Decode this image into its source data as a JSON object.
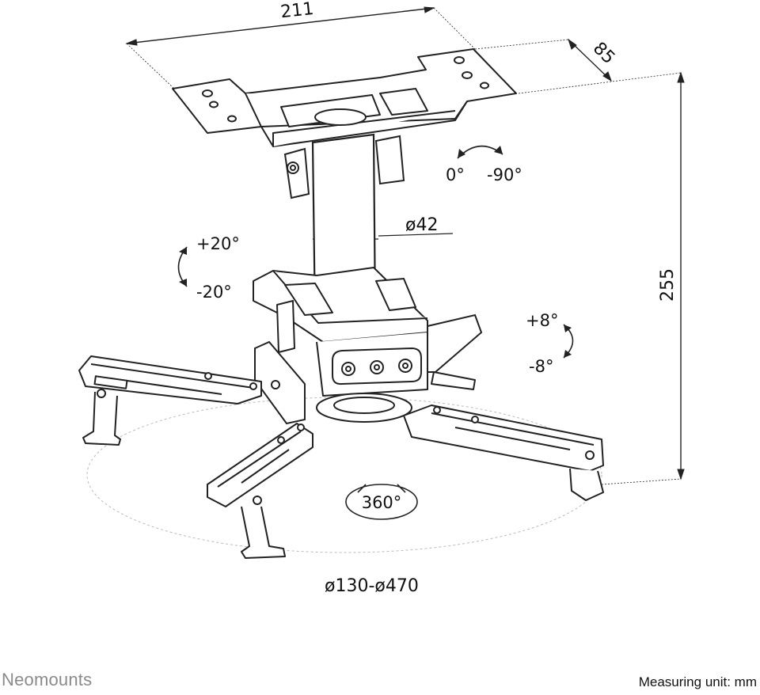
{
  "dimensions": {
    "width": "211",
    "depth": "85",
    "height": "255",
    "tube": "ø42",
    "reach": "ø130-ø470"
  },
  "rotations": {
    "pan_start": "0°",
    "pan_end": "-90°",
    "tilt_pos": "+20°",
    "tilt_neg": "-20°",
    "roll_pos": "+8°",
    "roll_neg": "-8°",
    "swivel": "360°"
  },
  "footer": {
    "brand": "Neomounts",
    "unit_note": "Measuring unit: mm"
  }
}
